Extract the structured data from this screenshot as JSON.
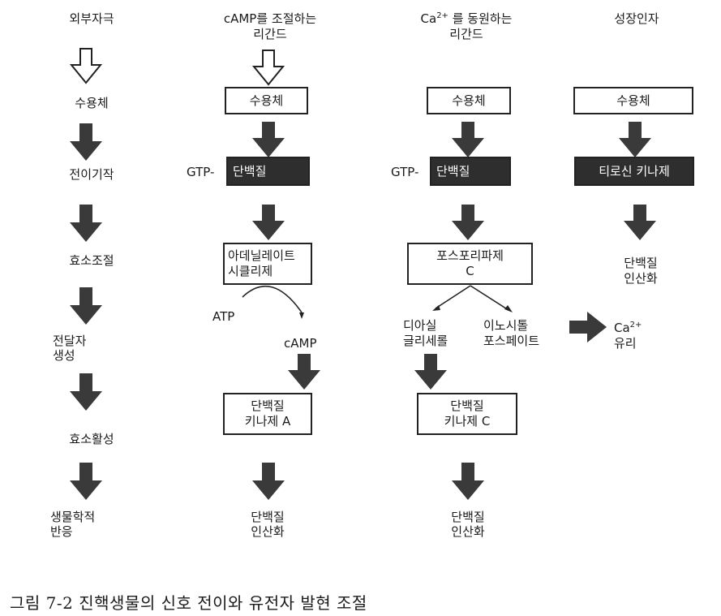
{
  "figure": {
    "caption": "그림 7-2  진핵생물의 신호 전이와 유전자 발현 조절",
    "arrow_colors": {
      "dark": "#3a3a3a",
      "outline": "#222222"
    }
  },
  "col1": {
    "title": "외부자극",
    "steps": [
      "수용체",
      "전이기작",
      "효소조절",
      "전달자",
      "생성",
      "효소활성",
      "생물학적",
      "반응"
    ]
  },
  "col2": {
    "title_line1": "cAMP를 조절하는",
    "title_line2": "리간드",
    "receptor": "수용체",
    "gtp_prefix": "GTP-",
    "g_protein": "단백질",
    "enzyme_line1": "아데닐레이트",
    "enzyme_line2": "시클리제",
    "substrate": "ATP",
    "product": "cAMP",
    "kinase_line1": "단백질",
    "kinase_line2": "키나제 A",
    "result_line1": "단백질",
    "result_line2": "인산화"
  },
  "col3": {
    "title_main": "Ca",
    "title_sup": "2+",
    "title_rest": " 를 동원하는",
    "title_line2": "리간드",
    "receptor": "수용체",
    "gtp_prefix": "GTP-",
    "g_protein": "단백질",
    "enzyme_line1": "포스포리파제",
    "enzyme_line2": "C",
    "branch_left_line1": "디아실",
    "branch_left_line2": "글리세롤",
    "branch_right_line1": "이노시톨",
    "branch_right_line2": "포스페이트",
    "release_main": "Ca",
    "release_sup": "2+",
    "release_line2": "유리",
    "kinase_line1": "단백질",
    "kinase_line2": "키나제 C",
    "result_line1": "단백질",
    "result_line2": "인산화"
  },
  "col4": {
    "title": "성장인자",
    "receptor": "수용체",
    "kinase": "티로신 키나제",
    "result_line1": "단백질",
    "result_line2": "인산화"
  }
}
